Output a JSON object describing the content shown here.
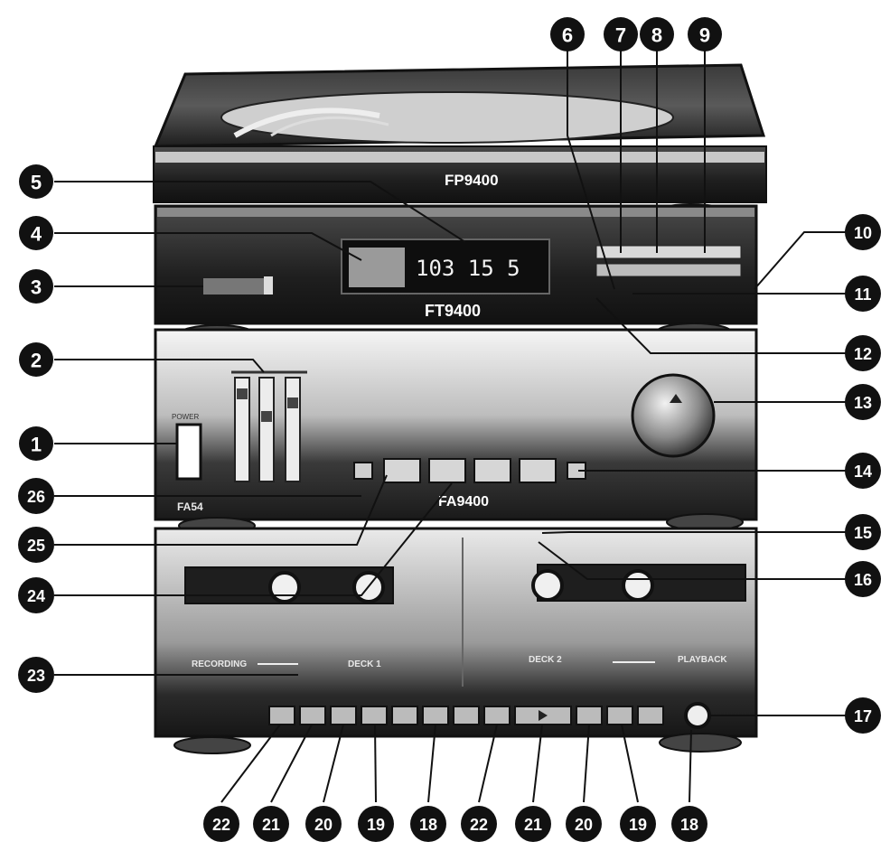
{
  "models": {
    "turntable": "FP9400",
    "tuner": "FT9400",
    "amplifier": "FA9400",
    "amp_badge": "FA54"
  },
  "display": {
    "readout": "103 15 5"
  },
  "labels": {
    "power": "POWER",
    "recording": "RECORDING",
    "deck1": "DECK 1",
    "deck2": "DECK 2",
    "playback": "PLAYBACK"
  },
  "callouts": [
    "1",
    "2",
    "3",
    "4",
    "5",
    "6",
    "7",
    "8",
    "9",
    "10",
    "11",
    "12",
    "13",
    "14",
    "15",
    "16",
    "17",
    "18",
    "19",
    "20",
    "21",
    "22",
    "23",
    "24",
    "25",
    "26",
    "18",
    "19",
    "20",
    "21",
    "22"
  ],
  "colors": {
    "ink": "#1a1a1a",
    "panel": "#2a2a2a",
    "paper": "#ffffff"
  }
}
